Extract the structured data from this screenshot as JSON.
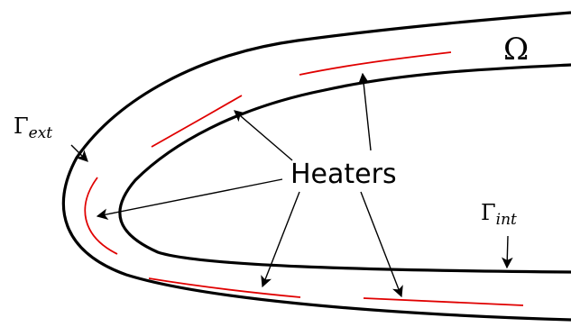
{
  "labels": {
    "domain": "Ω",
    "heaters": "Heaters",
    "gamma_ext_symbol": "Γ",
    "gamma_ext_subscript": "ext",
    "gamma_int_symbol": "Γ",
    "gamma_int_subscript": "int"
  },
  "colors": {
    "walls": "#000000",
    "heaters": "#e00000",
    "arrows": "#000000",
    "background": "#ffffff"
  }
}
